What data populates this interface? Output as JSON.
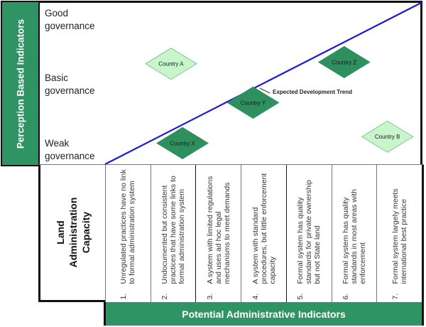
{
  "y_axis": {
    "title": "Perception Based Indicators",
    "levels": [
      "Good governance",
      "Basic governance",
      "Weak governance"
    ]
  },
  "x_axis": {
    "title": "Land Administration Capacity",
    "footer": "Potential Administrative Indicators",
    "columns": [
      {
        "num": "1.",
        "text": "Unregulated practices have no link to formal administration system"
      },
      {
        "num": "2.",
        "text": "Undocumented but consistent practices that have some links to formal administration system"
      },
      {
        "num": "3.",
        "text": "A system with limited regulations and uses ad hoc legal mechanisms to meet demands"
      },
      {
        "num": "4.",
        "text": "A system with standard procedures, but little enforcement capacity"
      },
      {
        "num": "5.",
        "text": "Formal system has quality standards for private ownership but not State land"
      },
      {
        "num": "6.",
        "text": "Formal system has quality standards in most areas with enforcement"
      },
      {
        "num": "7.",
        "text": "Formal system largely meets international best practice"
      }
    ]
  },
  "trend": {
    "label": "Expected Development Trend",
    "color": "#1a1ad6"
  },
  "countries": [
    {
      "name": "Country A",
      "style": "off-trend",
      "fill": "#c8f5cc",
      "x_level": 1.45,
      "y_level": 0.62
    },
    {
      "name": "Country X",
      "style": "on-trend",
      "fill": "#2e8f5f",
      "x_level": 1.7,
      "y_level": 0.13
    },
    {
      "name": "Country Y",
      "style": "on-trend",
      "fill": "#2e8f5f",
      "x_level": 3.25,
      "y_level": 0.38
    },
    {
      "name": "Country Z",
      "style": "on-trend",
      "fill": "#2e8f5f",
      "x_level": 5.25,
      "y_level": 0.63
    },
    {
      "name": "Country B",
      "style": "off-trend",
      "fill": "#c8f5cc",
      "x_level": 6.2,
      "y_level": 0.17
    }
  ],
  "colors": {
    "header_green": "#2e9464",
    "border": "#111111"
  }
}
